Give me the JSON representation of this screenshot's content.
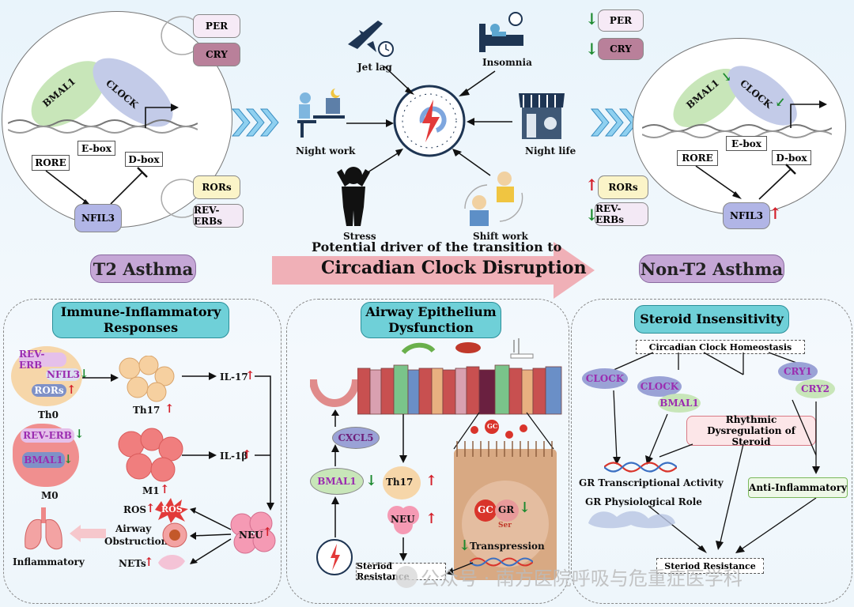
{
  "left_clock": {
    "per": "PER",
    "cry": "CRY",
    "bmal1": "BMAL1",
    "clock": "CLOCK",
    "ebox": "E-box",
    "rore": "RORE",
    "dbox": "D-box",
    "nfil3": "NFIL3",
    "rors": "RORs",
    "reverbs": "REV-ERBs"
  },
  "right_clock": {
    "per": "PER",
    "cry": "CRY",
    "bmal1": "BMAL1",
    "clock": "CLOCK",
    "ebox": "E-box",
    "rore": "RORE",
    "dbox": "D-box",
    "nfil3": "NFIL3",
    "rors": "RORs",
    "reverbs": "REV-ERBs"
  },
  "drivers": {
    "jet_lag": "Jet lag",
    "insomnia": "Insomnia",
    "night_work": "Night work",
    "night_life": "Night life",
    "stress": "Stress",
    "shift_work": "Shift work"
  },
  "transition": {
    "line1": "Potential driver of the transition to",
    "line2": "Circadian Clock Disruption"
  },
  "t2_title": "T2 Asthma",
  "nont2_title": "Non-T2 Asthma",
  "immune": {
    "title": "Immune-Inflammatory Responses",
    "reverb1": "REV-ERB",
    "nfil3": "NFIL3",
    "rors": "RORs",
    "th0": "Th0",
    "th17": "Th17",
    "il17": "IL-17",
    "reverb2": "REV-ERB",
    "bmal1": "BMAL1",
    "m0": "M0",
    "m1": "M1",
    "il1b": "IL-1β",
    "ros": "ROS",
    "ros_burst": "ROS",
    "airway": "Airway",
    "obstruction": "Obstruction",
    "neu": "NEU",
    "nets": "NETs",
    "inflammatory": "Inflammatory"
  },
  "epithelium": {
    "title": "Airway Epithelium Dysfunction",
    "cxcl5": "CXCL5",
    "bmal1": "BMAL1",
    "th17": "Th17",
    "neu": "NEU",
    "gc_small": "GC",
    "gc": "GC",
    "gr": "GR",
    "ser": "Ser",
    "transpression": "Transpression",
    "resistance": "Steriod Resistance"
  },
  "steroid": {
    "title": "Steroid Insensitivity",
    "homeostasis": "Circadian Clock Homeostasis",
    "clock1": "CLOCK",
    "clock2": "CLOCK",
    "bmal1": "BMAL1",
    "cry1": "CRY1",
    "cry2": "CRY2",
    "rhythmic": "Rhythmic Dysregulation of Steroid",
    "gr_activity": "GR Transcriptional Activity",
    "gr_role": "GR Physiological Role",
    "anti": "Anti-Inflammatory",
    "resistance": "Steriod Resistance"
  },
  "watermark": "公众号 · 南方医院呼吸与危重症医学科"
}
